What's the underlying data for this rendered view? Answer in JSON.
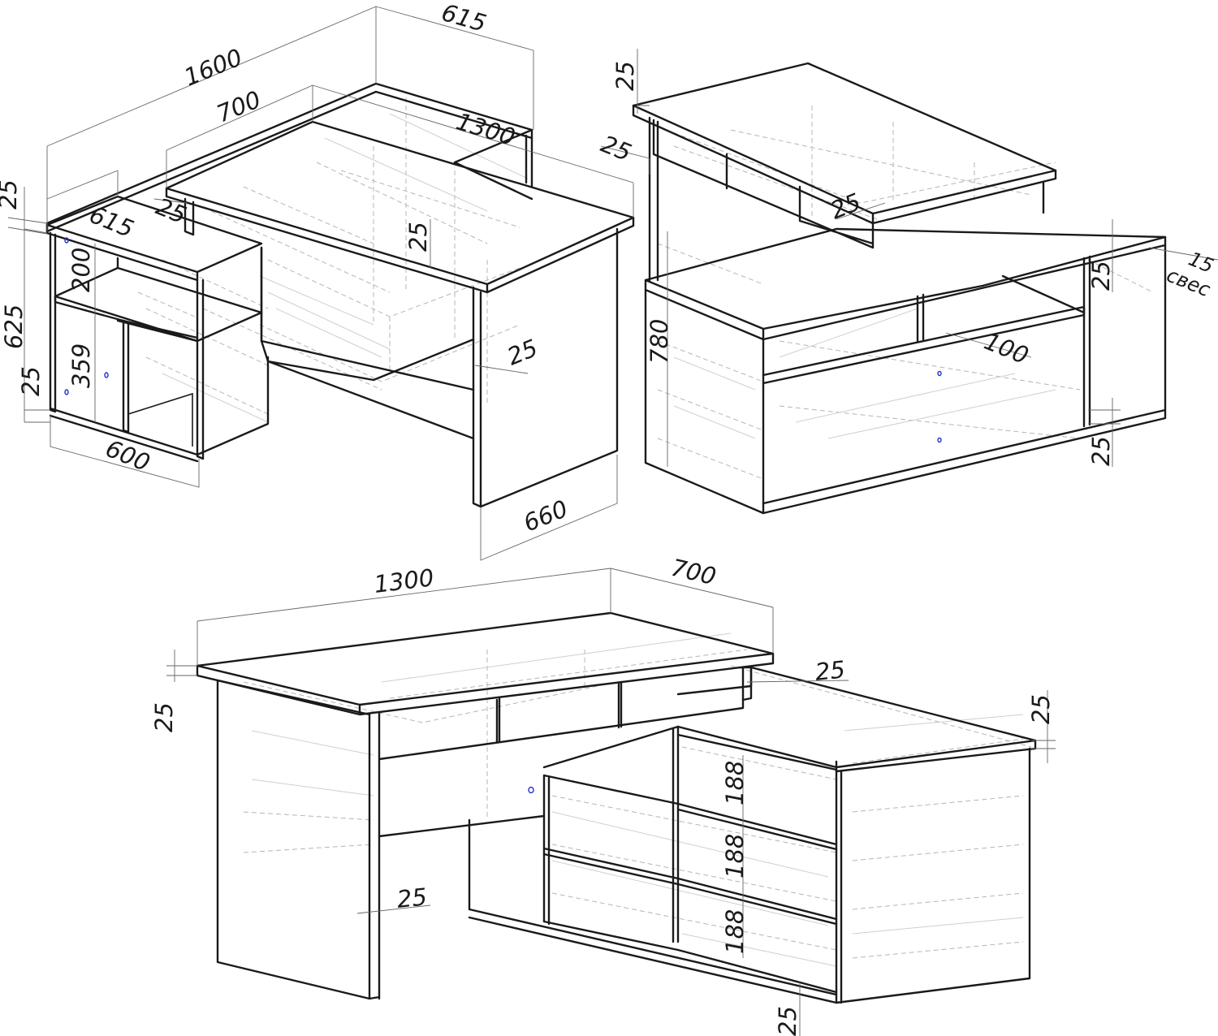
{
  "drawing_title": "",
  "colors": {
    "line": "#1a1a1a",
    "hidden": "#b5b5b5",
    "dimension": "#666666",
    "hole": "#2233cc",
    "background": "#ffffff"
  },
  "views": [
    {
      "name": "view-top-left",
      "dimensions": [
        "1600",
        "615",
        "700",
        "1300",
        "615",
        "25",
        "25",
        "25",
        "200",
        "625",
        "359",
        "25",
        "600",
        "25",
        "660"
      ]
    },
    {
      "name": "view-top-right",
      "dimensions": [
        "25",
        "25",
        "25",
        "780",
        "15",
        "свес",
        "25",
        "100",
        "25"
      ]
    },
    {
      "name": "view-bottom",
      "dimensions": [
        "1300",
        "700",
        "25",
        "25",
        "25",
        "188",
        "188",
        "188",
        "25",
        "25"
      ]
    }
  ]
}
